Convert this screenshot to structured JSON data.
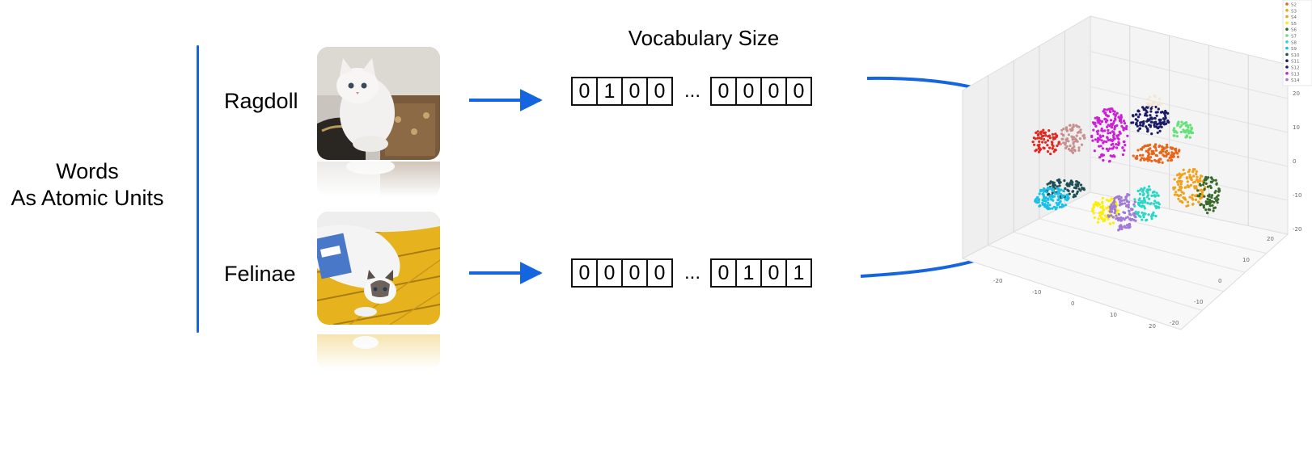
{
  "left_title": {
    "line1": "Words",
    "line2": "As Atomic Units"
  },
  "words": [
    "Ragdoll",
    "Felinae"
  ],
  "vocab_label": "Vocabulary Size",
  "vectors": [
    {
      "first": [
        "0",
        "1",
        "0",
        "0"
      ],
      "ellipsis": "...",
      "last": [
        "0",
        "0",
        "0",
        "0"
      ]
    },
    {
      "first": [
        "0",
        "0",
        "0",
        "0"
      ],
      "ellipsis": "...",
      "last": [
        "0",
        "1",
        "0",
        "1"
      ]
    }
  ],
  "colors": {
    "accent": "#1565e0",
    "ink": "#111111"
  },
  "plot3d": {
    "legend": [
      "S2",
      "S3",
      "S4",
      "S5",
      "S6",
      "S7",
      "S8",
      "S9",
      "S10",
      "S11",
      "S12",
      "S13",
      "S14"
    ],
    "x_ticks": [
      "-20",
      "-10",
      "0",
      "10",
      "20"
    ],
    "y_ticks": [
      "20",
      "10",
      "0",
      "-10",
      "-20"
    ],
    "z_ticks": [
      "20",
      "10",
      "0",
      "-10",
      "-20"
    ]
  }
}
